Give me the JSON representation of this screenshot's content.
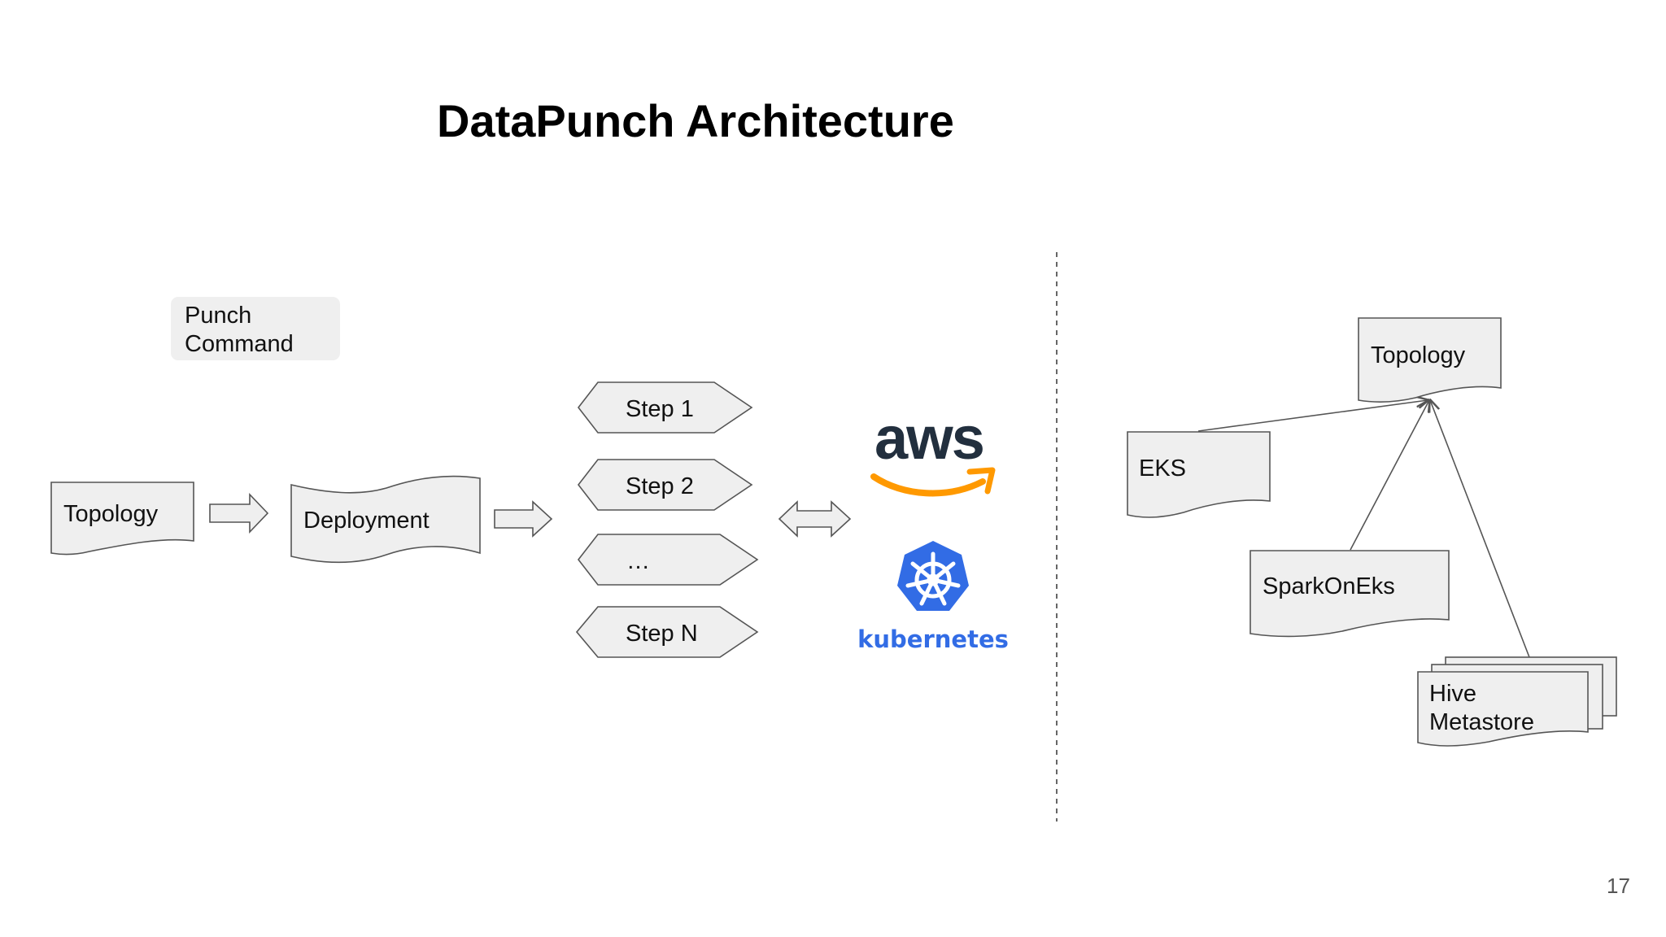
{
  "slide": {
    "title": "DataPunch Architecture",
    "page_number": "17"
  },
  "left_flow": {
    "punch_command": [
      "Punch",
      "Command"
    ],
    "topology": "Topology",
    "deployment": "Deployment",
    "steps": [
      "Step 1",
      "Step 2",
      "…",
      "Step N"
    ]
  },
  "providers": {
    "aws": {
      "text": "aws",
      "text_color": "#222f3e",
      "smile_color": "#ff9900"
    },
    "kubernetes": {
      "text": "kubernetes",
      "color": "#326ce5"
    }
  },
  "right_tree": {
    "root": "Topology",
    "children": [
      "EKS",
      "SparkOnEks",
      [
        "Hive",
        "Metastore"
      ]
    ]
  }
}
